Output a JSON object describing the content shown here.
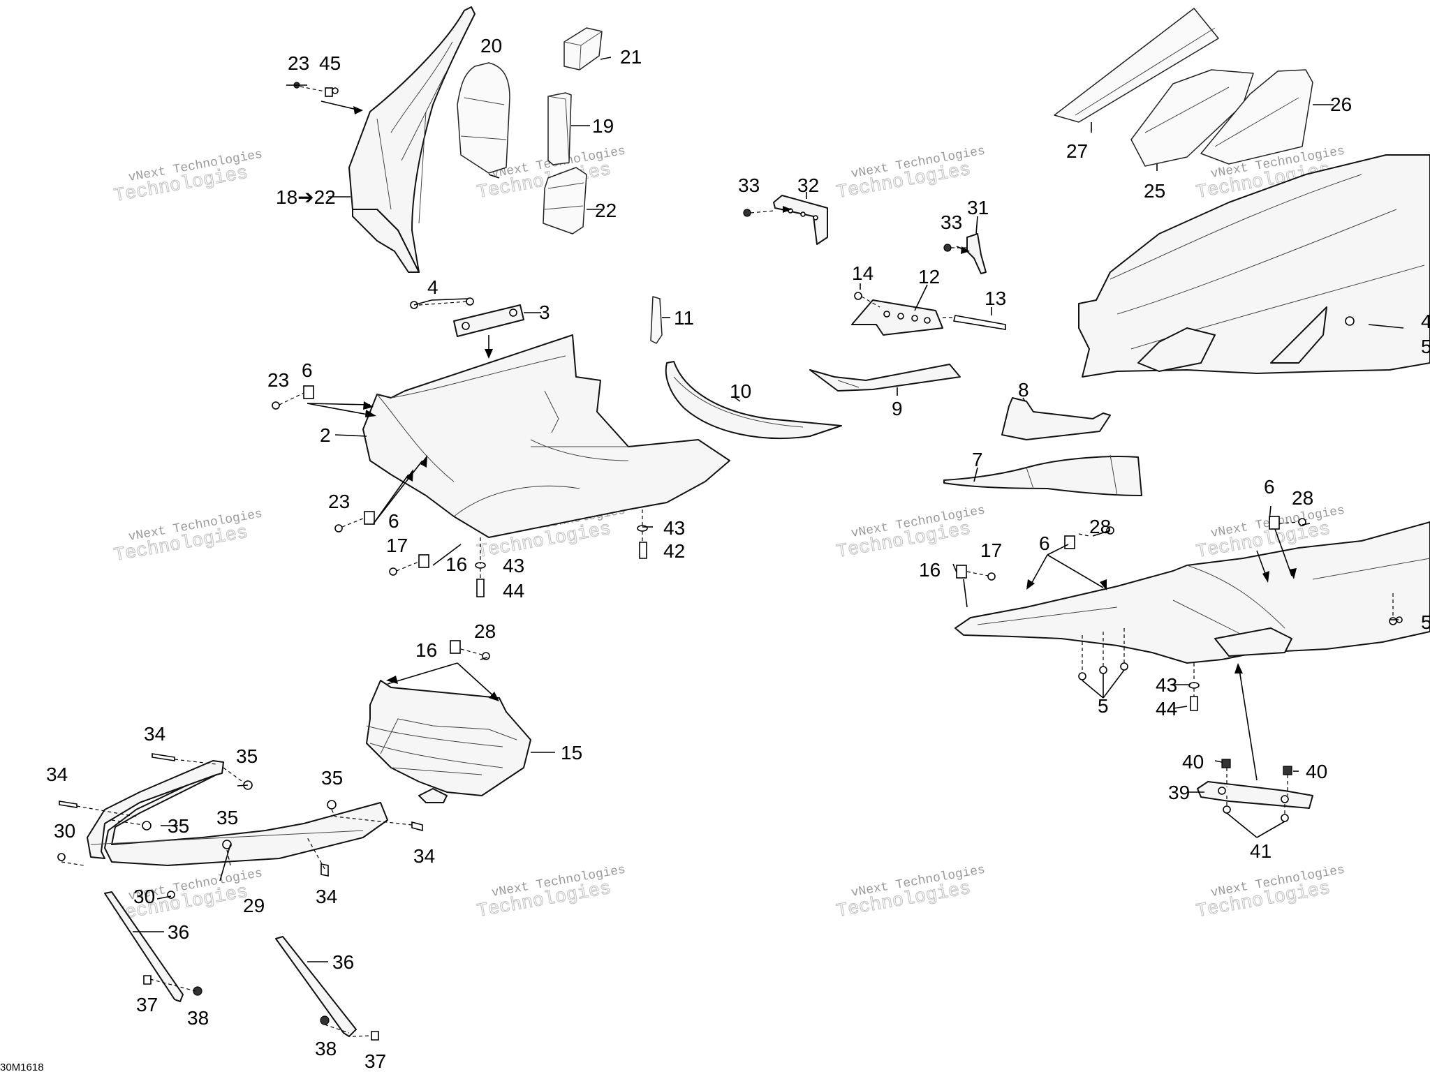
{
  "diagram": {
    "document_id": "30M1618",
    "watermark": {
      "line1": "vNext Technologies",
      "line2": "Technologies"
    },
    "callouts": [
      {
        "text": "23"
      },
      {
        "text": "45"
      },
      {
        "text": "18➔22"
      },
      {
        "text": "20"
      },
      {
        "text": "21"
      },
      {
        "text": "19"
      },
      {
        "text": "22"
      },
      {
        "text": "4"
      },
      {
        "text": "3"
      },
      {
        "text": "11"
      },
      {
        "text": "10"
      },
      {
        "text": "9"
      },
      {
        "text": "23"
      },
      {
        "text": "6"
      },
      {
        "text": "2"
      },
      {
        "text": "23"
      },
      {
        "text": "6"
      },
      {
        "text": "17"
      },
      {
        "text": "16"
      },
      {
        "text": "43"
      },
      {
        "text": "44"
      },
      {
        "text": "43"
      },
      {
        "text": "42"
      },
      {
        "text": "33"
      },
      {
        "text": "32"
      },
      {
        "text": "33"
      },
      {
        "text": "31"
      },
      {
        "text": "14"
      },
      {
        "text": "12"
      },
      {
        "text": "13"
      },
      {
        "text": "27"
      },
      {
        "text": "25"
      },
      {
        "text": "26"
      },
      {
        "text": "4"
      },
      {
        "text": "5"
      },
      {
        "text": "8"
      },
      {
        "text": "7"
      },
      {
        "text": "6"
      },
      {
        "text": "28"
      },
      {
        "text": "6"
      },
      {
        "text": "28"
      },
      {
        "text": "16"
      },
      {
        "text": "17"
      },
      {
        "text": "5"
      },
      {
        "text": "43"
      },
      {
        "text": "44"
      },
      {
        "text": "5"
      },
      {
        "text": "40"
      },
      {
        "text": "40"
      },
      {
        "text": "39"
      },
      {
        "text": "41"
      },
      {
        "text": "16"
      },
      {
        "text": "28"
      },
      {
        "text": "15"
      },
      {
        "text": "34"
      },
      {
        "text": "35"
      },
      {
        "text": "34"
      },
      {
        "text": "30"
      },
      {
        "text": "35"
      },
      {
        "text": "35"
      },
      {
        "text": "35"
      },
      {
        "text": "34"
      },
      {
        "text": "34"
      },
      {
        "text": "29"
      },
      {
        "text": "30"
      },
      {
        "text": "36"
      },
      {
        "text": "37"
      },
      {
        "text": "38"
      },
      {
        "text": "36"
      },
      {
        "text": "38"
      },
      {
        "text": "37"
      }
    ]
  }
}
